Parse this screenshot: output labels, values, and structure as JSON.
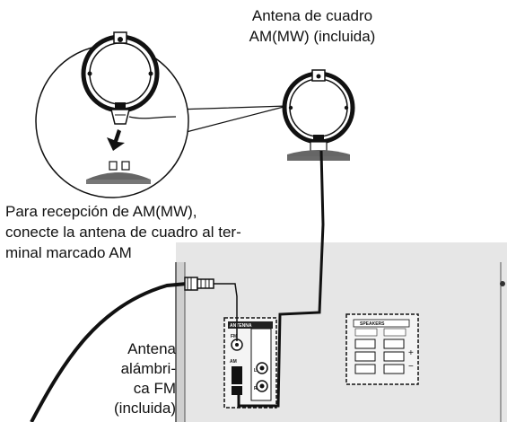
{
  "am_antenna_label": {
    "line1": "Antena de cuadro",
    "line2": "AM(MW) (incluida)"
  },
  "instruction": {
    "line1": "Para recepción de AM(MW),",
    "line2": "conecte la antena de cuadro al ter-",
    "line3": "minal marcado AM"
  },
  "fm_antenna_label": {
    "line1": "Antena",
    "line2": "alámbri-",
    "line3": "ca FM",
    "line4": "(incluida)"
  },
  "panel_labels": {
    "antenna": "ANTENNA",
    "fm": "FM",
    "am": "AM",
    "speakers": "SPEAKERS",
    "l": "L",
    "r": "R",
    "plus": "+",
    "minus": "−"
  }
}
